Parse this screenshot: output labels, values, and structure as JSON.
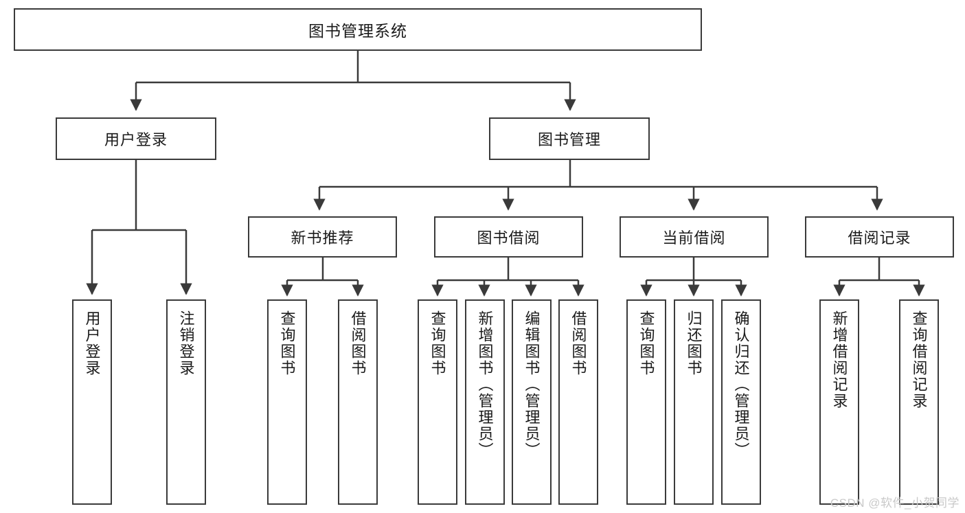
{
  "diagram": {
    "type": "tree",
    "title": "图书管理系统",
    "orientation": "top-down",
    "style": {
      "box_border_color": "#3a3a3a",
      "box_fill_color": "#ffffff",
      "edge_color": "#3a3a3a",
      "text_color": "#1a1a1a",
      "background": "#ffffff"
    },
    "nodes": {
      "root": {
        "label": "图书管理系统"
      },
      "level2": [
        {
          "id": "user-login",
          "label": "用户登录"
        },
        {
          "id": "book-manage",
          "label": "图书管理"
        }
      ],
      "level3": [
        {
          "id": "new-book-rec",
          "label": "新书推荐"
        },
        {
          "id": "book-borrow",
          "label": "图书借阅"
        },
        {
          "id": "current-borrow",
          "label": "当前借阅"
        },
        {
          "id": "borrow-record",
          "label": "借阅记录"
        }
      ],
      "leaves": {
        "user-login": [
          {
            "id": "leaf-user-login",
            "label": "用户登录"
          },
          {
            "id": "leaf-logout",
            "label": "注销登录"
          }
        ],
        "new-book-rec": [
          {
            "id": "leaf-query-book-1",
            "label": "查询图书"
          },
          {
            "id": "leaf-borrow-book-1",
            "label": "借阅图书"
          }
        ],
        "book-borrow": [
          {
            "id": "leaf-query-book-2",
            "label": "查询图书"
          },
          {
            "id": "leaf-add-book",
            "label": "新增图书（管理员）"
          },
          {
            "id": "leaf-edit-book",
            "label": "编辑图书（管理员）"
          },
          {
            "id": "leaf-borrow-book-2",
            "label": "借阅图书"
          }
        ],
        "current-borrow": [
          {
            "id": "leaf-query-book-3",
            "label": "查询图书"
          },
          {
            "id": "leaf-return-book",
            "label": "归还图书"
          },
          {
            "id": "leaf-confirm-return",
            "label": "确认归还（管理员）"
          }
        ],
        "borrow-record": [
          {
            "id": "leaf-add-record",
            "label": "新增借阅记录"
          },
          {
            "id": "leaf-query-record",
            "label": "查询借阅记录"
          }
        ]
      }
    }
  },
  "watermark": {
    "text": "CSDN @软件_小贺同学"
  }
}
